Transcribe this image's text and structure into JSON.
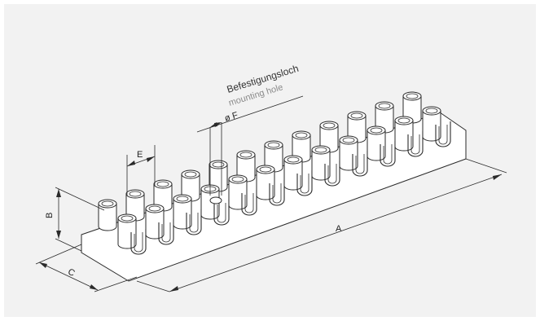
{
  "labels": {
    "fixing_de": "Befestigungsloch",
    "fixing_en": "mounting hole",
    "dim_F": "ø F",
    "dim_E": "E",
    "dim_B": "B",
    "dim_A": "A",
    "dim_C": "C"
  },
  "terminal_block": {
    "poles": 12,
    "mounting_hole_at_pole": 5
  },
  "colors": {
    "background": "#f2f2f2",
    "line": "#2a2a2a",
    "body_fill": "#ffffff"
  }
}
